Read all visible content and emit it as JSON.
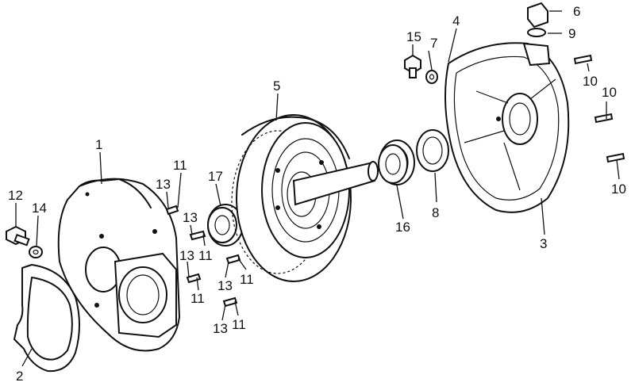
{
  "diagram": {
    "callouts": [
      {
        "id": "c1",
        "text": "1"
      },
      {
        "id": "c2",
        "text": "2"
      },
      {
        "id": "c3",
        "text": "3"
      },
      {
        "id": "c4",
        "text": "4"
      },
      {
        "id": "c5",
        "text": "5"
      },
      {
        "id": "c6",
        "text": "6"
      },
      {
        "id": "c7",
        "text": "7"
      },
      {
        "id": "c8",
        "text": "8"
      },
      {
        "id": "c9",
        "text": "9"
      },
      {
        "id": "c10a",
        "text": "10"
      },
      {
        "id": "c10b",
        "text": "10"
      },
      {
        "id": "c10c",
        "text": "10"
      },
      {
        "id": "c11a",
        "text": "11"
      },
      {
        "id": "c11b",
        "text": "11"
      },
      {
        "id": "c11c",
        "text": "11"
      },
      {
        "id": "c11d",
        "text": "11"
      },
      {
        "id": "c11e",
        "text": "11"
      },
      {
        "id": "c12",
        "text": "12"
      },
      {
        "id": "c13a",
        "text": "13"
      },
      {
        "id": "c13b",
        "text": "13"
      },
      {
        "id": "c13c",
        "text": "13"
      },
      {
        "id": "c13d",
        "text": "13"
      },
      {
        "id": "c13e",
        "text": "13"
      },
      {
        "id": "c14",
        "text": "14"
      },
      {
        "id": "c15",
        "text": "15"
      },
      {
        "id": "c16",
        "text": "16"
      },
      {
        "id": "c17",
        "text": "17"
      }
    ]
  }
}
